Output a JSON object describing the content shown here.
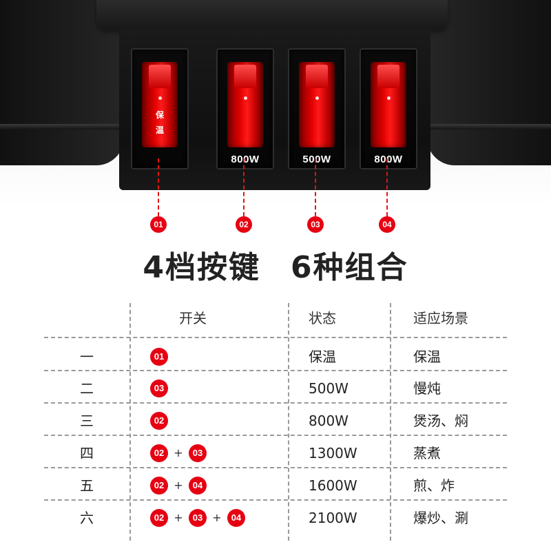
{
  "switches": [
    {
      "badge": "01",
      "rocker_text": "保温",
      "watt": ""
    },
    {
      "badge": "02",
      "rocker_text": "",
      "watt": "800W"
    },
    {
      "badge": "03",
      "rocker_text": "",
      "watt": "500W"
    },
    {
      "badge": "04",
      "rocker_text": "",
      "watt": "800W"
    }
  ],
  "headline": {
    "left": "4档按键",
    "right": "6种组合"
  },
  "table": {
    "headers": [
      "",
      "开关",
      "状态",
      "适应场景"
    ],
    "rows": [
      {
        "label": "一",
        "switches": [
          "01"
        ],
        "status": "保温",
        "scene": "保温"
      },
      {
        "label": "二",
        "switches": [
          "03"
        ],
        "status": "500W",
        "scene": "慢炖"
      },
      {
        "label": "三",
        "switches": [
          "02"
        ],
        "status": "800W",
        "scene": "煲汤、焖"
      },
      {
        "label": "四",
        "switches": [
          "02",
          "03"
        ],
        "status": "1300W",
        "scene": "蒸煮"
      },
      {
        "label": "五",
        "switches": [
          "02",
          "04"
        ],
        "status": "1600W",
        "scene": "煎、炸"
      },
      {
        "label": "六",
        "switches": [
          "02",
          "03",
          "04"
        ],
        "status": "2100W",
        "scene": "爆炒、涮"
      }
    ],
    "plus_sign": "+"
  },
  "colors": {
    "accent_red": "#e60012",
    "dark_body": "#141414"
  }
}
